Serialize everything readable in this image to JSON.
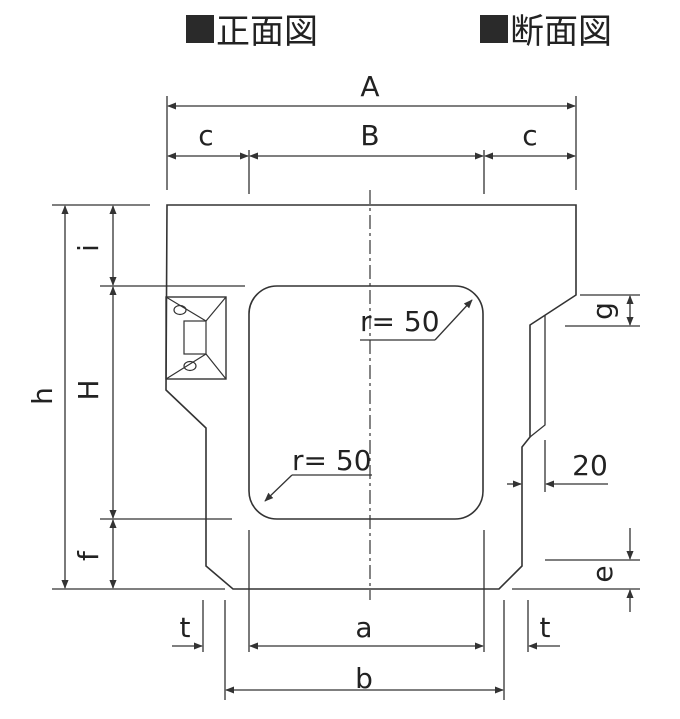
{
  "headings": {
    "front_view": "正面図",
    "section_view": "断面図"
  },
  "dimensions": {
    "A": "A",
    "B": "B",
    "c_left": "c",
    "c_right": "c",
    "h": "h",
    "H": "H",
    "i": "i",
    "f": "f",
    "g": "g",
    "e": "e",
    "t_left": "t",
    "t_right": "t",
    "a": "a",
    "b": "b",
    "gap": "20"
  },
  "radii": {
    "upper": "r= 50",
    "lower": "r= 50"
  }
}
